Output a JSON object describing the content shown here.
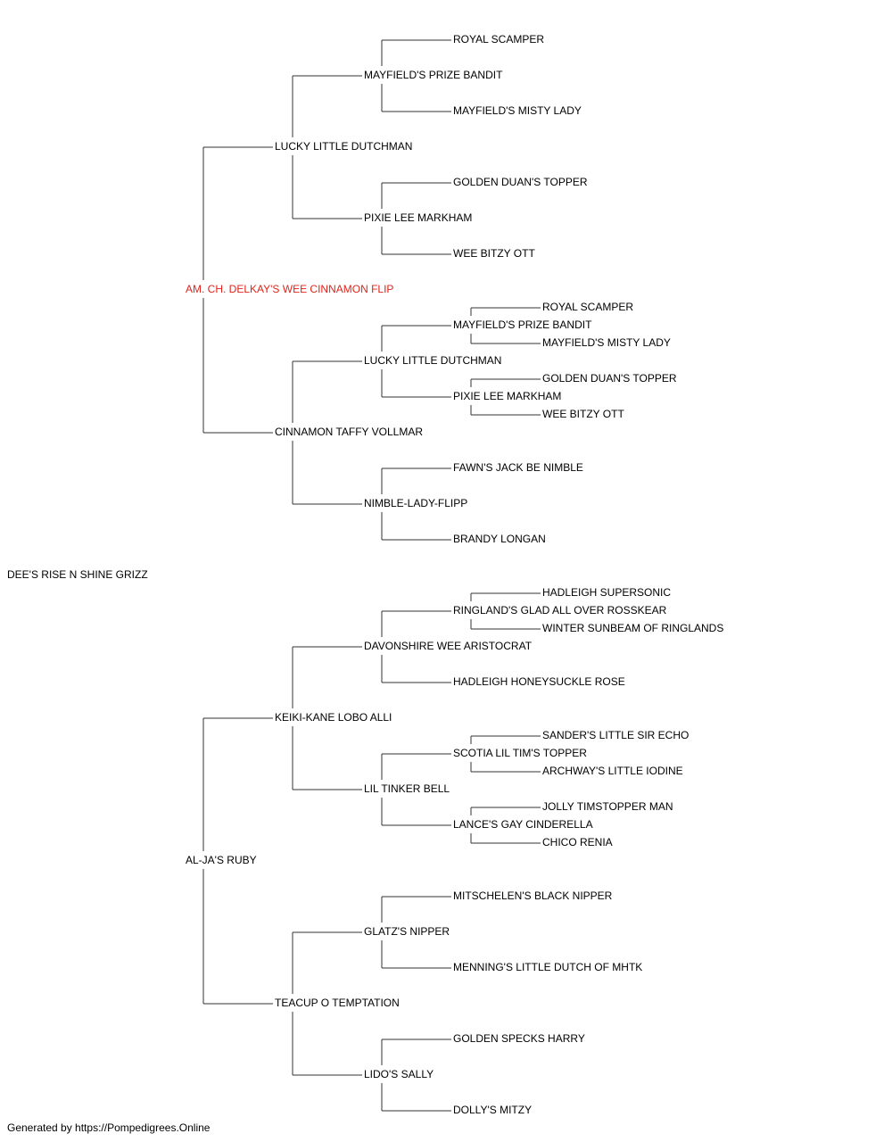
{
  "subject": "DEE'S RISE N SHINE GRIZZ",
  "sire": {
    "name": "AM. CH. DELKAY'S WEE CINNAMON FLIP",
    "highlighted": true,
    "sire": {
      "name": "LUCKY LITTLE DUTCHMAN",
      "sire": {
        "name": "MAYFIELD'S PRIZE BANDIT",
        "sire": {
          "name": "ROYAL SCAMPER"
        },
        "dam": {
          "name": "MAYFIELD'S MISTY LADY"
        }
      },
      "dam": {
        "name": "PIXIE LEE MARKHAM",
        "sire": {
          "name": "GOLDEN DUAN'S TOPPER"
        },
        "dam": {
          "name": "WEE BITZY OTT"
        }
      }
    },
    "dam": {
      "name": "CINNAMON TAFFY VOLLMAR",
      "sire": {
        "name": "LUCKY LITTLE DUTCHMAN",
        "sire": {
          "name": "MAYFIELD'S PRIZE BANDIT",
          "sire": {
            "name": "ROYAL SCAMPER"
          },
          "dam": {
            "name": "MAYFIELD'S MISTY LADY"
          }
        },
        "dam": {
          "name": "PIXIE LEE MARKHAM",
          "sire": {
            "name": "GOLDEN DUAN'S TOPPER"
          },
          "dam": {
            "name": "WEE BITZY OTT"
          }
        }
      },
      "dam": {
        "name": "NIMBLE-LADY-FLIPP",
        "sire": {
          "name": "FAWN'S JACK BE NIMBLE"
        },
        "dam": {
          "name": "BRANDY LONGAN"
        }
      }
    }
  },
  "dam": {
    "name": "AL-JA'S RUBY",
    "sire": {
      "name": "KEIKI-KANE LOBO ALLI",
      "sire": {
        "name": "DAVONSHIRE WEE ARISTOCRAT",
        "sire": {
          "name": "RINGLAND'S GLAD ALL OVER ROSSKEAR",
          "sire": {
            "name": "HADLEIGH SUPERSONIC"
          },
          "dam": {
            "name": "WINTER SUNBEAM OF RINGLANDS"
          }
        },
        "dam": {
          "name": "HADLEIGH HONEYSUCKLE ROSE"
        }
      },
      "dam": {
        "name": "LIL TINKER BELL",
        "sire": {
          "name": "SCOTIA LIL TIM'S TOPPER",
          "sire": {
            "name": "SANDER'S LITTLE SIR ECHO"
          },
          "dam": {
            "name": "ARCHWAY'S LITTLE IODINE"
          }
        },
        "dam": {
          "name": "LANCE'S GAY CINDERELLA",
          "sire": {
            "name": "JOLLY TIMSTOPPER MAN"
          },
          "dam": {
            "name": "CHICO RENIA"
          }
        }
      }
    },
    "dam": {
      "name": "TEACUP O TEMPTATION",
      "sire": {
        "name": "GLATZ'S NIPPER",
        "sire": {
          "name": "MITSCHELEN'S BLACK NIPPER"
        },
        "dam": {
          "name": "MENNING'S LITTLE DUTCH OF MHTK"
        }
      },
      "dam": {
        "name": "LIDO'S SALLY",
        "sire": {
          "name": "GOLDEN SPECKS HARRY"
        },
        "dam": {
          "name": "DOLLY'S MITZY"
        }
      }
    }
  },
  "footer": "Generated by https://Pompedigrees.Online",
  "colors": {
    "highlight": "#e0241c",
    "text": "#000000",
    "line": "#333333"
  }
}
